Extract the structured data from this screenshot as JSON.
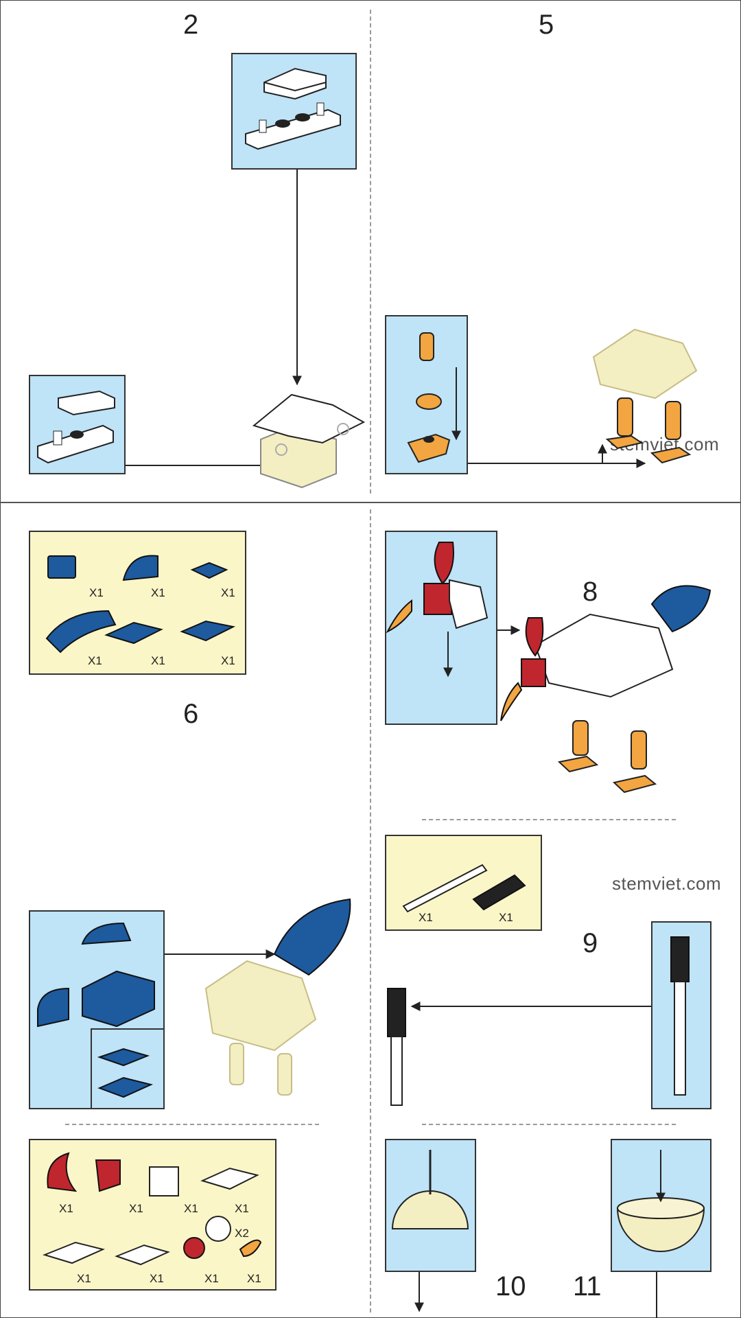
{
  "steps": {
    "s2": "2",
    "s5": "5",
    "s6": "6",
    "s8": "8",
    "s9": "9",
    "s10": "10",
    "s11": "11"
  },
  "parts_step6": {
    "quantities": [
      "X1",
      "X1",
      "X1",
      "X1",
      "X1",
      "X1"
    ]
  },
  "parts_step9": {
    "quantities": [
      "X1",
      "X1"
    ]
  },
  "parts_step10": {
    "quantities": [
      "X1",
      "X1",
      "X1",
      "X1",
      "X2",
      "X1",
      "X1",
      "X1",
      "X1"
    ]
  },
  "watermarks": [
    "stemviet.com",
    "stemviet.com"
  ],
  "colors": {
    "instruction_panel": "#bfe3f7",
    "parts_panel": "#fbf6c8",
    "brick_blue": "#1e5a9e",
    "brick_orange": "#f2a541",
    "brick_red": "#c0262d",
    "ghost_model": "#f4eec3"
  }
}
